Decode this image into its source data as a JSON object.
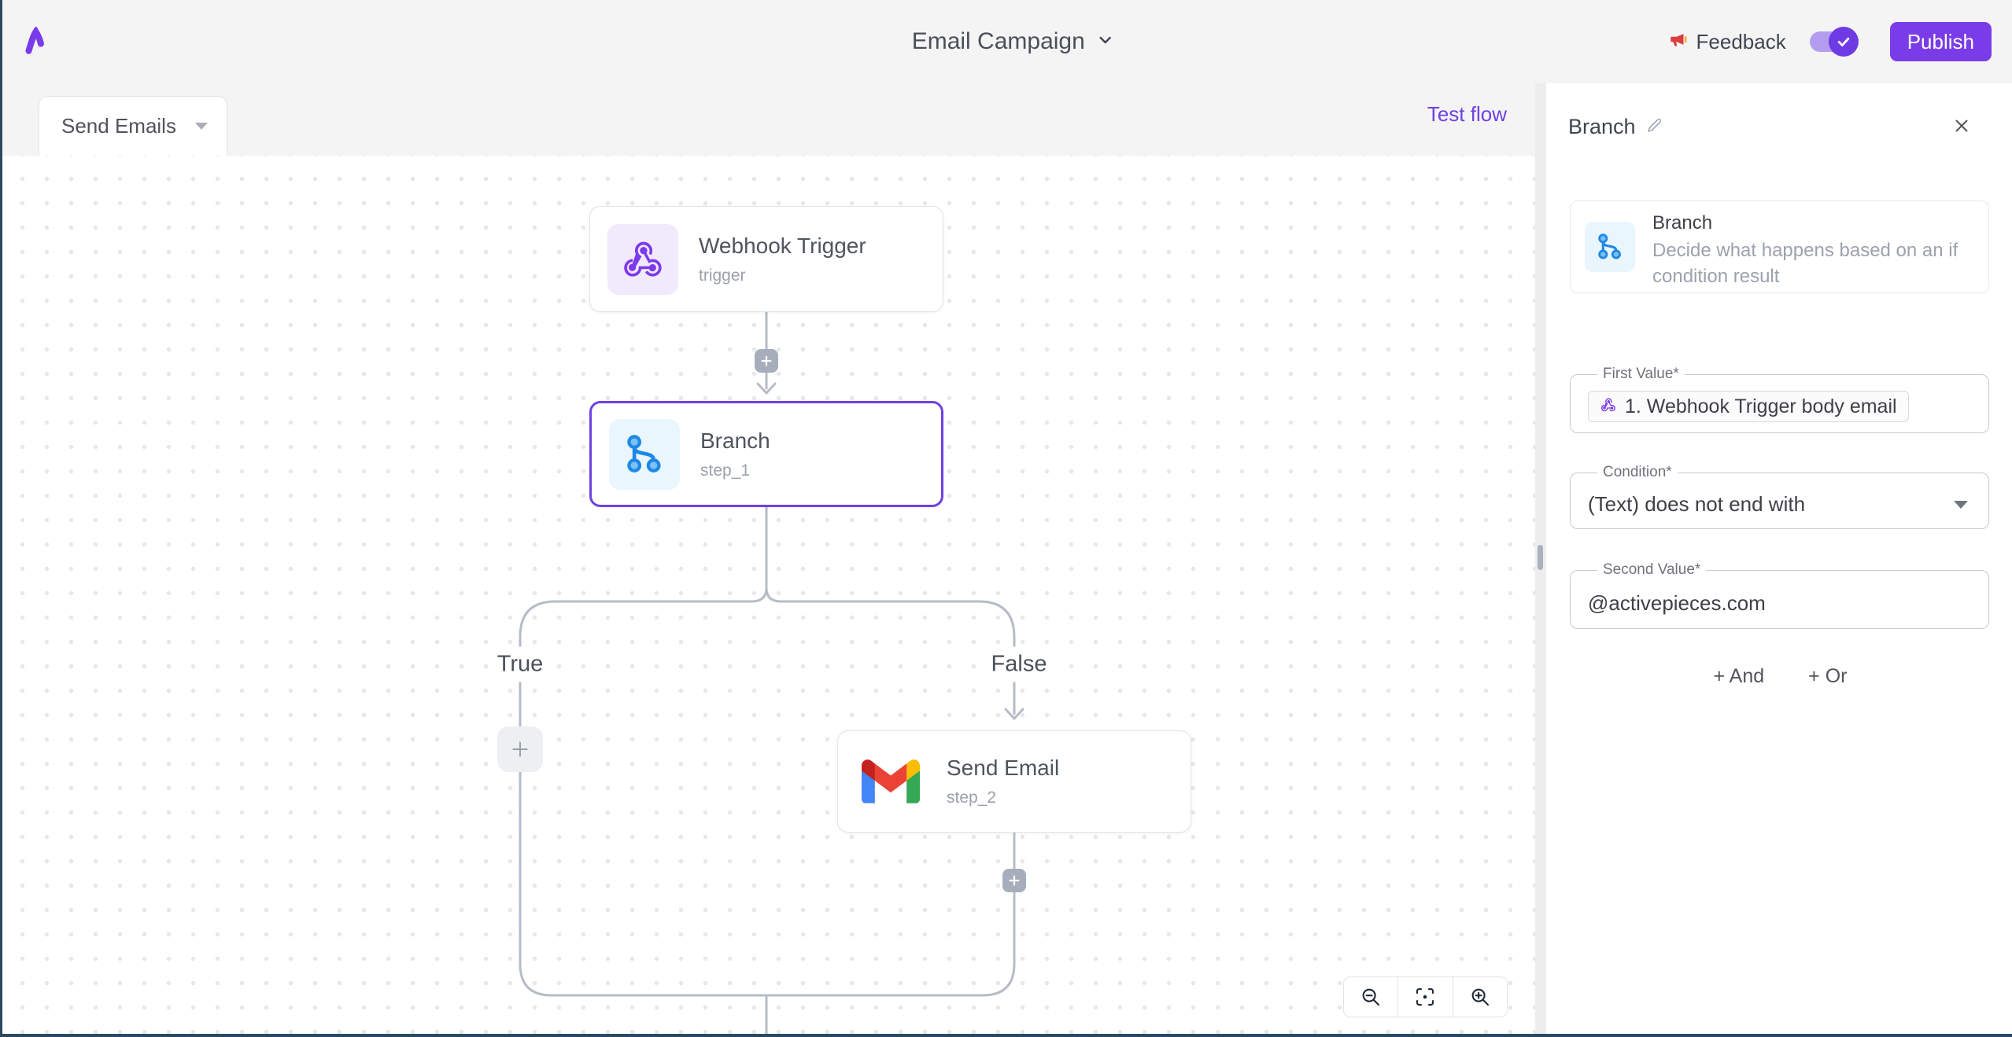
{
  "header": {
    "title": "Email Campaign",
    "feedback_label": "Feedback",
    "publish_label": "Publish",
    "toggle_state": "on"
  },
  "tabbar": {
    "active_tab": "Send Emails",
    "test_flow_label": "Test flow"
  },
  "canvas": {
    "nodes": [
      {
        "title": "Webhook Trigger",
        "subtitle": "trigger",
        "icon": "webhook-icon"
      },
      {
        "title": "Branch",
        "subtitle": "step_1",
        "icon": "branch-icon",
        "selected": true
      },
      {
        "title": "Send Email",
        "subtitle": "step_2",
        "icon": "gmail-icon"
      }
    ],
    "branch_true_label": "True",
    "branch_false_label": "False"
  },
  "panel": {
    "title": "Branch",
    "card": {
      "title": "Branch",
      "description": "Decide what happens based on an if condition result"
    },
    "fields": {
      "first_value": {
        "label": "First Value*",
        "chip": "1. Webhook Trigger body email"
      },
      "condition": {
        "label": "Condition*",
        "value": "(Text) does not end with"
      },
      "second_value": {
        "label": "Second Value*",
        "value": "@activepieces.com"
      }
    },
    "and_label": "+ And",
    "or_label": "+ Or"
  },
  "colors": {
    "accent_purple": "#6e41e2",
    "publish_button": "#7a3ce8",
    "edge_gray": "#b6bcc7",
    "branch_icon_blue": "#1e88e5",
    "webhook_icon_purple": "#7c3aed",
    "frame_border": "#2b4960",
    "header_bg": "#f4f4f5"
  }
}
